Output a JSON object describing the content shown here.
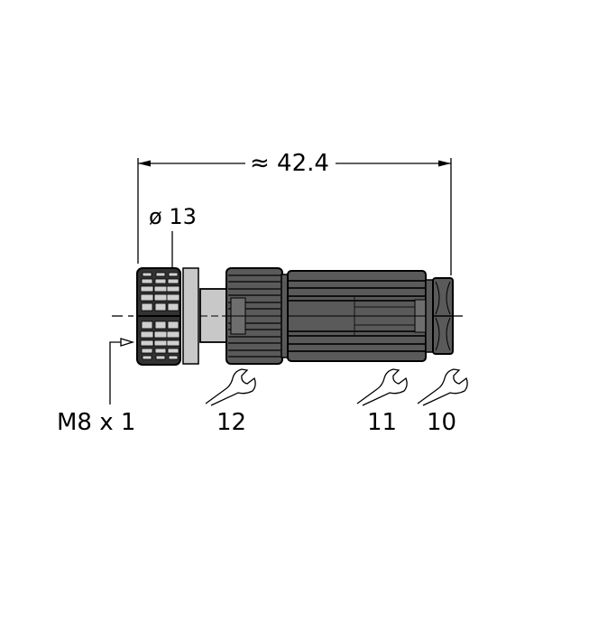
{
  "dimensions": {
    "overall_length": "≈ 42.4",
    "diameter": "ø 13",
    "thread": "M8 x 1"
  },
  "wrench_sizes": [
    {
      "label": "12"
    },
    {
      "label": "11"
    },
    {
      "label": "10"
    }
  ],
  "icons": {
    "wrench": "wrench-icon",
    "thread_arrow": "arrow-right-icon"
  },
  "colors": {
    "line": "#000000",
    "body_dark": "#5a5a5a",
    "body_light": "#c8c8c8",
    "background": "#ffffff"
  }
}
